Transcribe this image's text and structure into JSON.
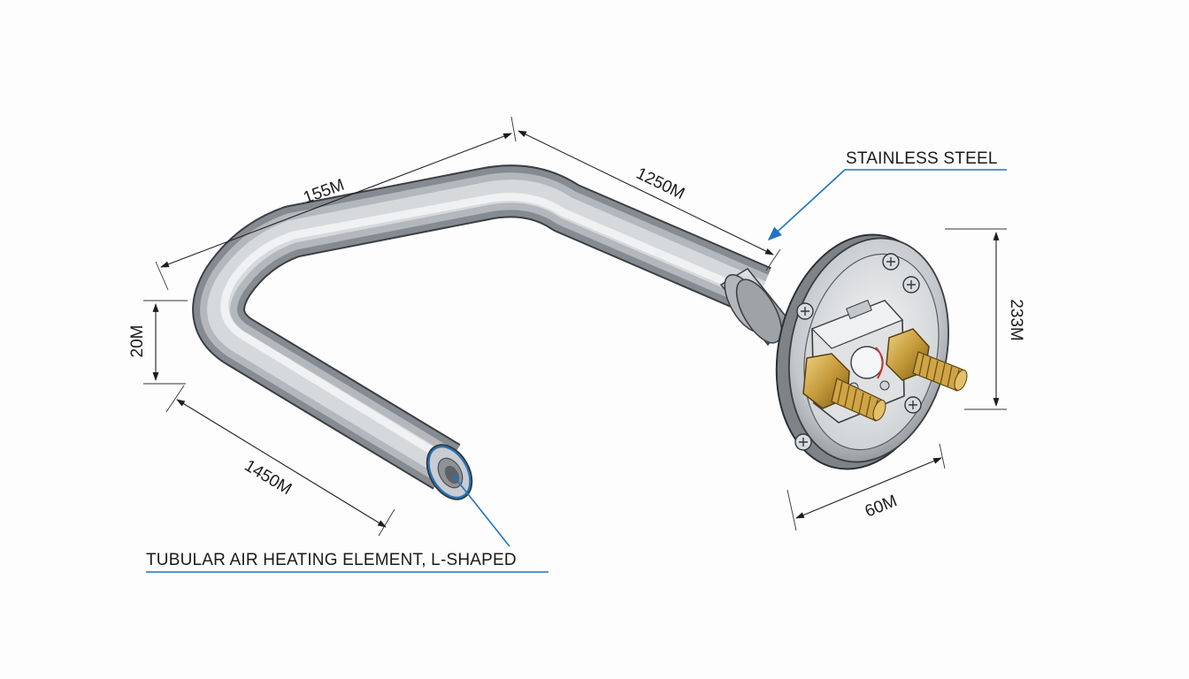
{
  "dimensions": {
    "top_left": "155M",
    "top_right": "1250M",
    "left_height": "20M",
    "bottom_left": "1450M",
    "flange_height": "233M",
    "flange_width": "60M"
  },
  "callouts": {
    "material": "STAINLESS STEEL",
    "element": "TUBULAR AIR HEATING ELEMENT, L-SHAPED"
  },
  "colors": {
    "leader": "#1f74c0",
    "steel": "#b9bdc2",
    "brass": "#c49a3a",
    "line": "#222222"
  }
}
